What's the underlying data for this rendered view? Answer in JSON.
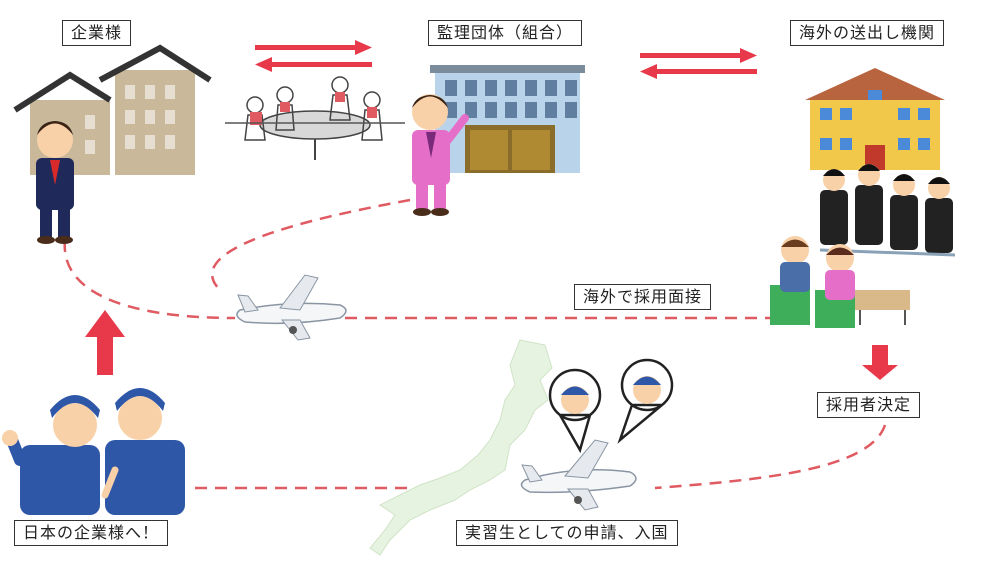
{
  "labels": {
    "company": "企業様",
    "union": "監理団体（組合）",
    "overseas_agency": "海外の送出し機関",
    "interview": "海外で採用面接",
    "decided": "採用者決定",
    "visa": "実習生としての申請、入国",
    "to_japan": "日本の企業様へ！"
  },
  "colors": {
    "arrow_red": "#e8394a",
    "dashed_line": "#e05a62",
    "building_tan": "#c9b89a",
    "roof_dark": "#333333",
    "office_blue": "#b9d3ea",
    "school_yellow": "#f2c84b",
    "school_roof": "#b8643f",
    "suit_navy": "#1f2a5a",
    "suit_pink": "#e46ec8",
    "worker_blue": "#2f57a8",
    "japan_map": "#e6f3e0"
  }
}
